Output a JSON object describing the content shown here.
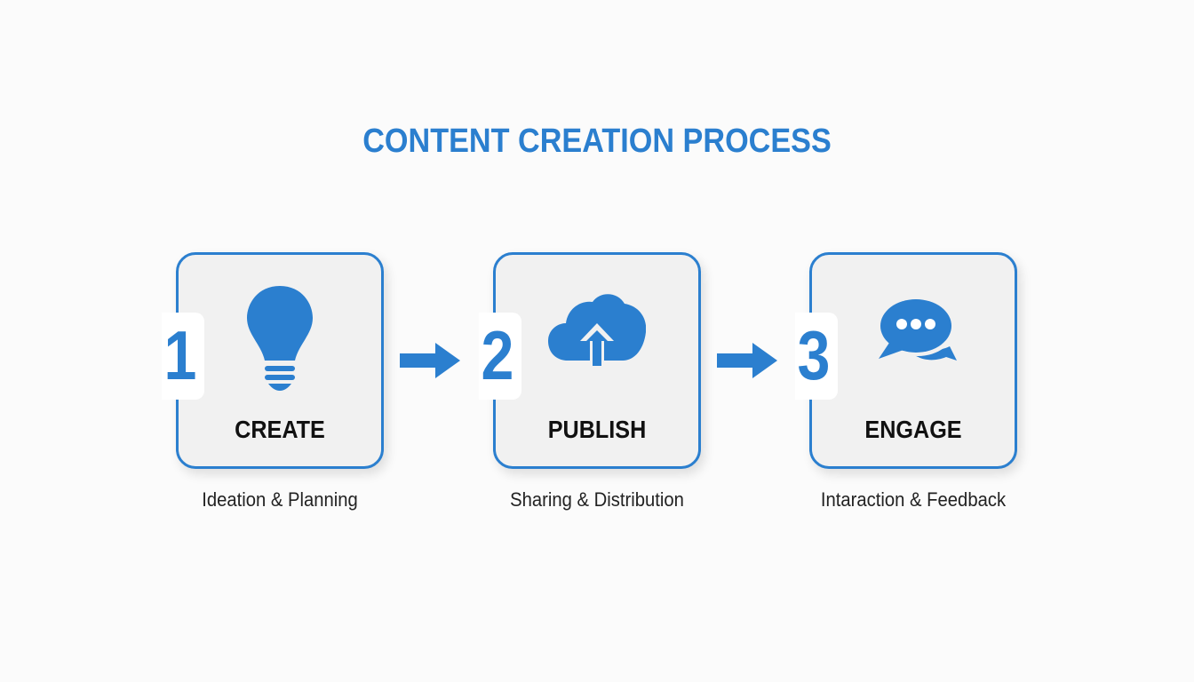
{
  "title": "CONTENT CREATION PROCESS",
  "accent_color": "#2b7fcf",
  "steps": [
    {
      "number": "1",
      "label": "CREATE",
      "caption": "Ideation & Planning",
      "icon": "lightbulb-icon"
    },
    {
      "number": "2",
      "label": "PUBLISH",
      "caption": "Sharing & Distribution",
      "icon": "cloud-upload-icon"
    },
    {
      "number": "3",
      "label": "ENGAGE",
      "caption": "Intaraction & Feedback",
      "icon": "chat-bubbles-icon"
    }
  ]
}
